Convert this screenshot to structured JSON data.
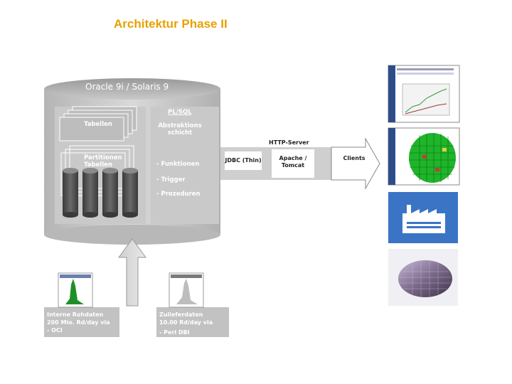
{
  "title": "Architektur Phase II",
  "db": {
    "label": "Oracle 9i / Solaris 9",
    "tabellen": "Tabellen",
    "partitionen": "Partitionen",
    "partitionen_tabellen": "Tabellen",
    "plsql": "PL/SQL",
    "abstraktion_1": "Abstraktions",
    "abstraktion_2": "schicht",
    "funktionen": "- Funktionen",
    "trigger": "- Trigger",
    "prozeduren": "- Prozeduren"
  },
  "http_server": {
    "title": "HTTP-Server",
    "jdbc": "JDBC (Thin)",
    "apache_1": "Apache /",
    "apache_2": "Tomcat",
    "clients": "Clients"
  },
  "sources": {
    "interne_1": "Interne Rohdaten",
    "interne_2": "200 Mio. Rd/day via",
    "interne_3": "- OCI",
    "zulieferer_1": "Zulieferdaten",
    "zulieferer_2": "10.00 Rd/day via",
    "zulieferer_3": "- Perl DBI"
  },
  "colors": {
    "title": "#e8a000",
    "factory_tile": "#3b74c4",
    "wafer_green": "#1fb52a"
  }
}
